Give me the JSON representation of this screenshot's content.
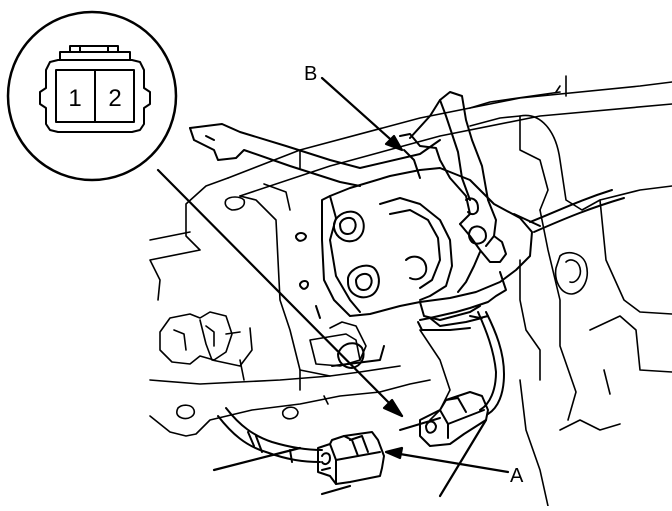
{
  "diagram": {
    "connector_detail": {
      "pins": [
        "1",
        "2"
      ]
    },
    "callouts": {
      "a": "A",
      "b": "B"
    },
    "colors": {
      "line": "#000000",
      "background": "#ffffff"
    }
  }
}
